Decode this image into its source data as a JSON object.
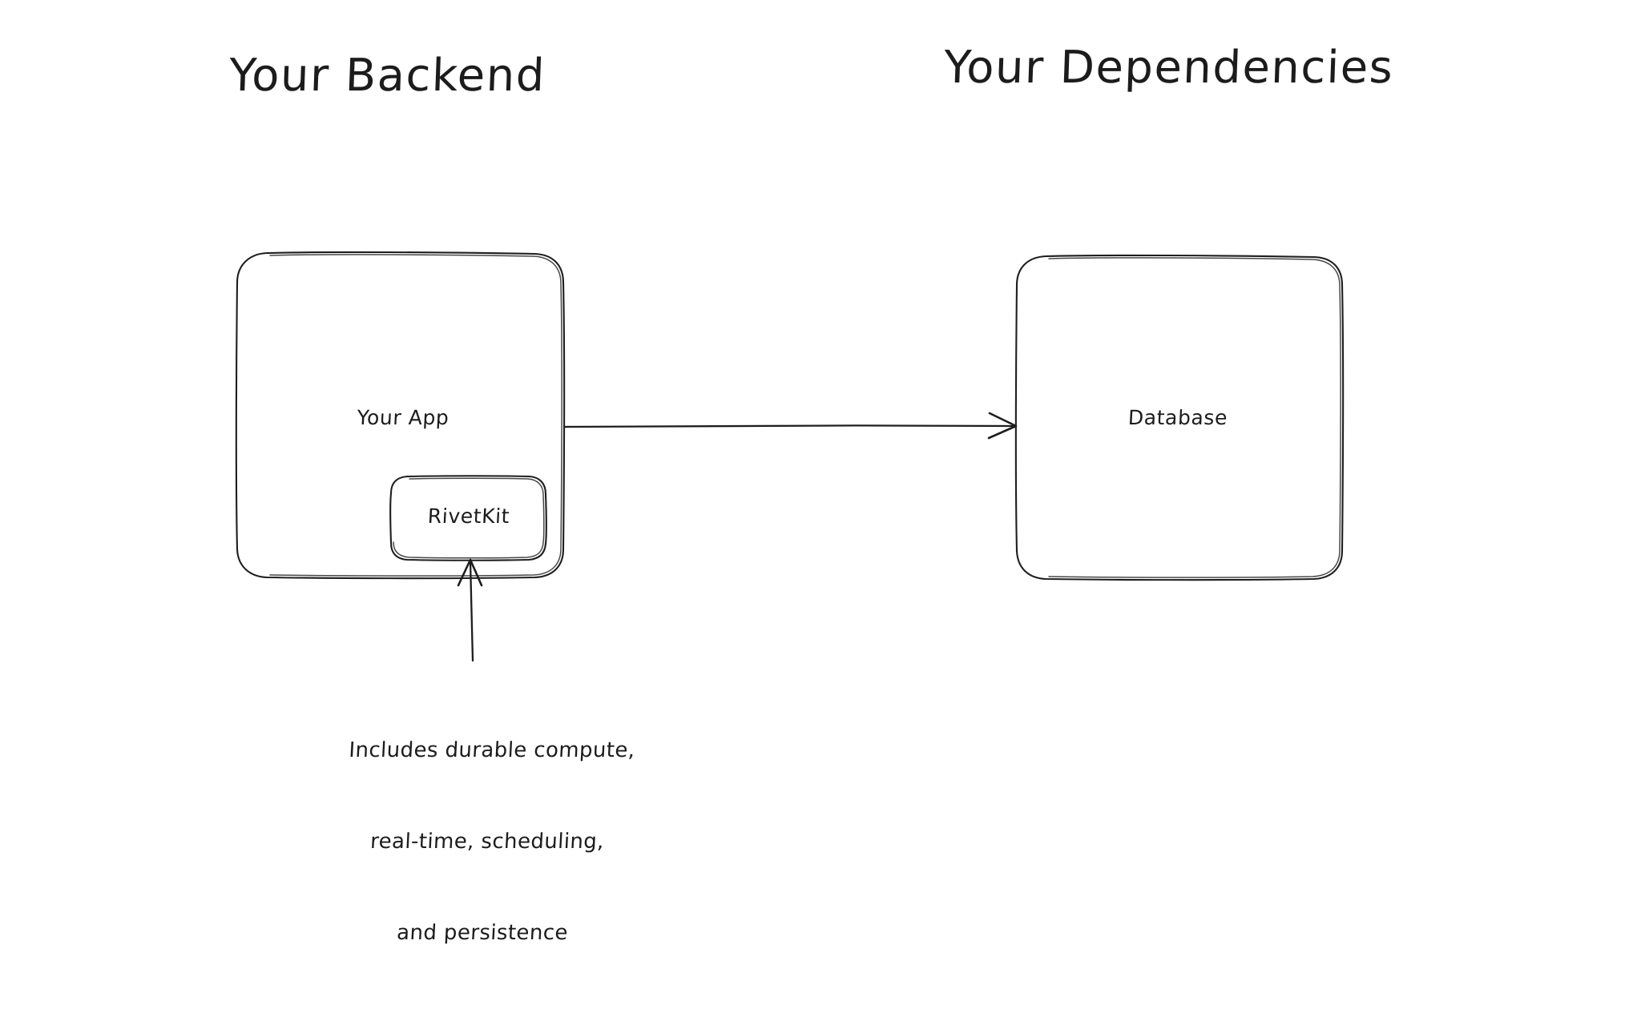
{
  "diagram": {
    "title_text_style": "handwritten",
    "background_color": "#ffffff",
    "stroke_color": "#1e1e1e",
    "text_color": "#1c1c1c",
    "headings": [
      {
        "id": "backend",
        "label": "Your Backend"
      },
      {
        "id": "dependencies",
        "label": "Your Dependencies"
      }
    ],
    "nodes": [
      {
        "id": "your-app",
        "label": "Your App"
      },
      {
        "id": "rivetkit",
        "label": "RivetKit"
      },
      {
        "id": "database",
        "label": "Database"
      }
    ],
    "connectors": [
      {
        "id": "app-to-database",
        "from": "your-app",
        "to": "database",
        "arrow": "open-v",
        "direction": "right"
      },
      {
        "id": "caption-to-rivetkit",
        "from": "caption",
        "to": "rivetkit",
        "arrow": "open-v",
        "direction": "up"
      }
    ],
    "caption": {
      "id": "rivetkit-caption",
      "lines": [
        "Includes durable compute,",
        "real-time, scheduling,",
        "and persistence"
      ]
    }
  }
}
